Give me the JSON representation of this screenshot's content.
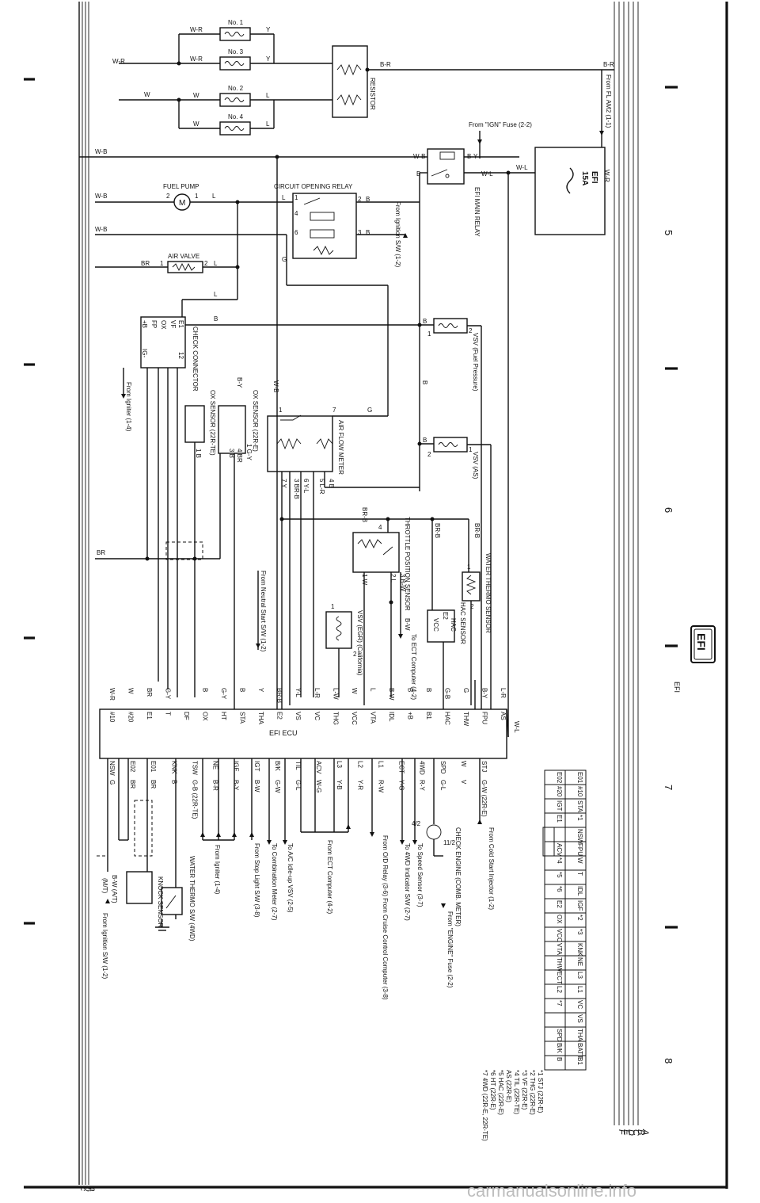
{
  "header_badge": "EFI",
  "section_title": "EFI",
  "column_numbers": [
    "5",
    "6",
    "7",
    "8"
  ],
  "side_letters": [
    "A",
    "B",
    "C",
    "D",
    "E",
    "F"
  ],
  "bottom_letters": [
    "a",
    "b",
    "c"
  ],
  "watermark": "carmanualsonline.info",
  "injectors": [
    {
      "name": "No. 1",
      "in": "W-R",
      "out": "Y"
    },
    {
      "name": "No. 3",
      "in": "W-R",
      "out": "Y"
    },
    {
      "name": "No. 2",
      "in": "W",
      "out": "L"
    },
    {
      "name": "No. 4",
      "in": "W",
      "out": "L"
    }
  ],
  "labels": {
    "resistor": "RESISTOR",
    "fl_am2": "From FL AM2 (1-1)",
    "ign_fuse": "From \"IGN\" Fuse (2-2)",
    "fuse_15a": "15A",
    "fuse_efi": "EFI",
    "efi_main_relay": "EFI MAIN RELAY",
    "fuel_pump": "FUEL PUMP",
    "circuit_opening_relay": "CIRCUIT OPENING RELAY",
    "from_ign_sw": "From Ignition S/W (1-2)",
    "air_valve": "AIR VALVE",
    "check_connector": "CHECK CONNECTOR",
    "from_igniter": "From Igniter (1-4)",
    "vsv_fuel": "VSV (Fuel Pressure)",
    "vsv_as": "VSV (AS)",
    "air_flow_meter": "AIR FLOW METER",
    "ox_sensor_22re": "OX SENSOR (22R-E)",
    "ox_sensor_22rte": "OX SENSOR (22R-TE)",
    "throttle_sensor": "THROTTLE POSITION SENSOR",
    "water_thermo": "WATER THERMO SENSOR",
    "hac_sensor": "HAC SENSOR",
    "vsv_egr": "VSV (EGR) (California)",
    "to_ect": "To ECT Computer (4-2)",
    "neutral_start": "From Neutral Start S/W (1-2)",
    "efi_ecu": "EFI ECU",
    "from_cold_start": "From Cold Start Injector (1-2)",
    "check_engine": "CHECK ENGINE (COMB. METER)",
    "from_engine_fuse": "From \"ENGINE\" Fuse (2-2)",
    "to_speed_sensor": "To Speed Sensor (3-7)",
    "od_relay": "From O/D Relay (3-6) From Cruise Control Computer (3-8)",
    "to_4wd": "To 4WD Indicator S/W (2-7)",
    "from_ect_computer": "From ECT Computer (4-2)",
    "to_vsv": "To A/C Idle-up VSV (2-5)",
    "to_comb_meter": "To Combination Meter (2-7)",
    "from_stop_light": "From Stop Light S/W (3-8)",
    "from_igniter_2": "From Igniter (1-4)",
    "water_thermo_4wd": "WATER THERMO S/W (4WD)",
    "knock_sensor": "KNOCK SENSOR",
    "bw_at": "B-W (A/T)",
    "mt": "(M/T)",
    "from_ign_sw_2": "From Ignition S/W (1-2)"
  },
  "ecu_left_pins": [
    "AS",
    "FPU",
    "THW",
    "HAC",
    "B1",
    "+B",
    "IDL",
    "VTA",
    "VCC",
    "THG",
    "VC",
    "VS",
    "E2",
    "THA",
    "STA",
    "HT",
    "OX",
    "DF",
    "T",
    "E1",
    "#20",
    "#10"
  ],
  "ecu_left_wires": [
    "L-R",
    "B-Y",
    "G",
    "G-B",
    "B",
    "B",
    "B-W",
    "L",
    "W",
    "L-W",
    "L-R",
    "Y-L",
    "BR-B",
    "Y",
    "B",
    "G-Y",
    "B",
    "",
    "G-Y",
    "BR",
    "W",
    "W-R"
  ],
  "ecu_right_pins": [
    "STJ",
    "W",
    "SPD",
    "4WD",
    "ECT",
    "L1",
    "L2",
    "L3",
    "ACV",
    "TIL",
    "B/K",
    "IGT",
    "IGF",
    "NE",
    "TSW",
    "KNK",
    "E01",
    "E02",
    "NSW"
  ],
  "ecu_right_wires": [
    "G-W (22R-E)",
    "V",
    "G-L",
    "R-Y",
    "Y-G",
    "R-W",
    "Y-R",
    "Y-B",
    "W-G",
    "G-L",
    "G-W",
    "B-W",
    "B-Y",
    "B-R",
    "G-B (22R-TE)",
    "B",
    "BR",
    "BR",
    "G"
  ],
  "pin_table": [
    [
      "E01",
      "#10",
      "STA",
      "*1",
      "NSW",
      "FPU",
      "W",
      "T",
      "IDL",
      "IGF",
      "*2",
      "*3",
      "KNK",
      "NE",
      "L3",
      "L1",
      "VC",
      "VS",
      "THA",
      "BATT",
      "B1"
    ],
    [
      "E02",
      "#20",
      "IGT",
      "E1",
      "",
      "ACV",
      "*4",
      "*5",
      "*6",
      "E2",
      "OX",
      "VCC",
      "VTA",
      "THW",
      "ECT",
      "L2",
      "*7",
      "",
      "SPD",
      "B/K",
      "B"
    ]
  ],
  "footnotes": [
    "*1 STJ (22R-E)",
    "*2 THG (22R-E)",
    "*3 VF (22R-E)",
    "*4 TIL (22R-TE)",
    "   AS (22R-E)",
    "*5 HAC (22R-E)",
    "*6 HT (22R-E)",
    "*7 4WD (22R-E, 22R-TE)"
  ]
}
